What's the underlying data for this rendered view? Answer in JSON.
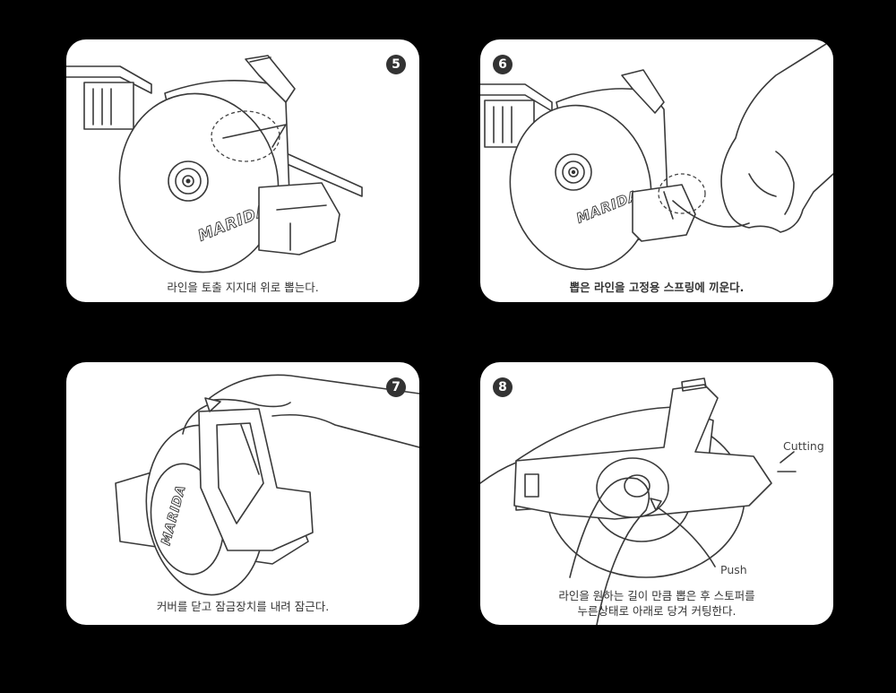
{
  "steps": [
    {
      "number": "5",
      "caption": "라인을 토출 지지대 위로 뽑는다."
    },
    {
      "number": "6",
      "caption": "뽑은 라인을 고정용 스프링에 끼운다."
    },
    {
      "number": "7",
      "caption": "커버를 닫고 잠금장치를 내려 잠근다."
    },
    {
      "number": "8",
      "caption_line1": "라인을 원하는 길이 만큼 뽑은 후 스토퍼를",
      "caption_line2": "누른상태로 아래로 당겨 커팅한다.",
      "callouts": {
        "cutting": "Cutting",
        "push": "Push"
      }
    }
  ],
  "brand_text": "MARIDA",
  "colors": {
    "background": "#000000",
    "card": "#ffffff",
    "line": "#3a3a3a",
    "badge": "#333333"
  }
}
